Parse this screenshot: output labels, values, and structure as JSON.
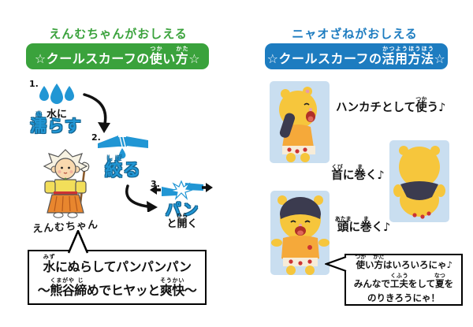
{
  "left": {
    "teacher": "えんむちゃんがおしえる",
    "header": [
      {
        "t": "☆クールスカーフの"
      },
      {
        "b": "使",
        "r": "つか"
      },
      {
        "t": "い"
      },
      {
        "b": "方",
        "r": "かた"
      },
      {
        "t": "☆"
      }
    ],
    "step1": {
      "num": "1.",
      "caption_top": "水に",
      "caption_main": [
        {
          "b": "濡",
          "r": "ぬ"
        },
        {
          "t": "らす"
        }
      ]
    },
    "step2": {
      "num": "2.",
      "caption_main": [
        {
          "b": "絞",
          "r": "しぼ"
        },
        {
          "t": "る"
        }
      ]
    },
    "step3": {
      "num": "3.",
      "caption_main": "パン",
      "caption_sub": [
        {
          "t": "と"
        },
        {
          "b": "開",
          "r": "ひら"
        },
        {
          "t": "く"
        }
      ]
    },
    "mascot_name": "えんむちゃん",
    "bubble": {
      "line1": [
        {
          "b": "水",
          "r": "みず"
        },
        {
          "t": "にぬらしてパンパンパン"
        }
      ],
      "line2": [
        {
          "t": "～"
        },
        {
          "b": "熊谷",
          "r": "くまがや"
        },
        {
          "b": "締",
          "r": "じ"
        },
        {
          "t": "めでヒヤッと"
        },
        {
          "b": "爽快",
          "r": "そうかい"
        },
        {
          "t": "～"
        }
      ]
    }
  },
  "right": {
    "teacher": "ニャオざねがおしえる",
    "header": [
      {
        "t": "☆クールスカーフの"
      },
      {
        "b": "活用",
        "r": "かつよう"
      },
      {
        "b": "方法",
        "r": "ほうほう"
      },
      {
        "t": "☆"
      }
    ],
    "use1": [
      {
        "t": "ハンカチとして"
      },
      {
        "b": "使",
        "r": "つか"
      },
      {
        "t": "う♪"
      }
    ],
    "use2": [
      {
        "b": "首",
        "r": "くび"
      },
      {
        "t": "に"
      },
      {
        "b": "巻",
        "r": "ま"
      },
      {
        "t": "く♪"
      }
    ],
    "use3": [
      {
        "b": "頭",
        "r": "あたま"
      },
      {
        "t": "に"
      },
      {
        "b": "巻",
        "r": "ま"
      },
      {
        "t": "く♪"
      }
    ],
    "bubble": {
      "line1": [
        {
          "b": "使",
          "r": "つか"
        },
        {
          "t": "い"
        },
        {
          "b": "方",
          "r": "かた"
        },
        {
          "t": "はいろいろにゃ♪"
        }
      ],
      "line2": [
        {
          "t": "みんなで"
        },
        {
          "b": "工夫",
          "r": "くふう"
        },
        {
          "t": "をして"
        },
        {
          "b": "夏",
          "r": "なつ"
        },
        {
          "t": "を"
        }
      ],
      "line3": "のりきろうにゃ！"
    }
  },
  "colors": {
    "green": "#3aa23c",
    "blue": "#1d7cc0",
    "graphic_blue": "#2196d4",
    "photo_bg": "#c9def0",
    "scarf_navy": "#3b3b4f",
    "mascot_yellow": "#f6c63c"
  }
}
